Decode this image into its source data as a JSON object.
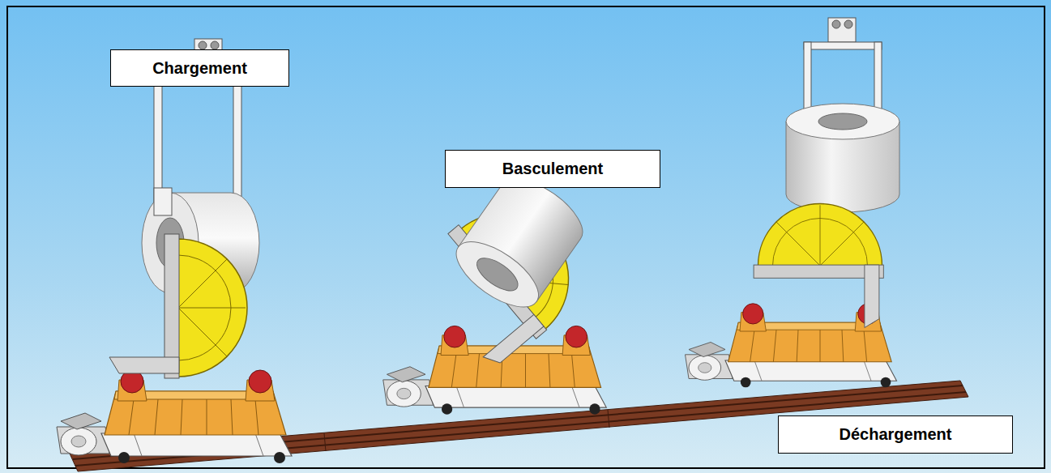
{
  "diagram": {
    "nodes": [
      {
        "text": [
          "Chargement"
        ]
      },
      {
        "text": [
          "Basculement"
        ]
      },
      {
        "text": [
          "Déchargement"
        ]
      }
    ]
  }
}
